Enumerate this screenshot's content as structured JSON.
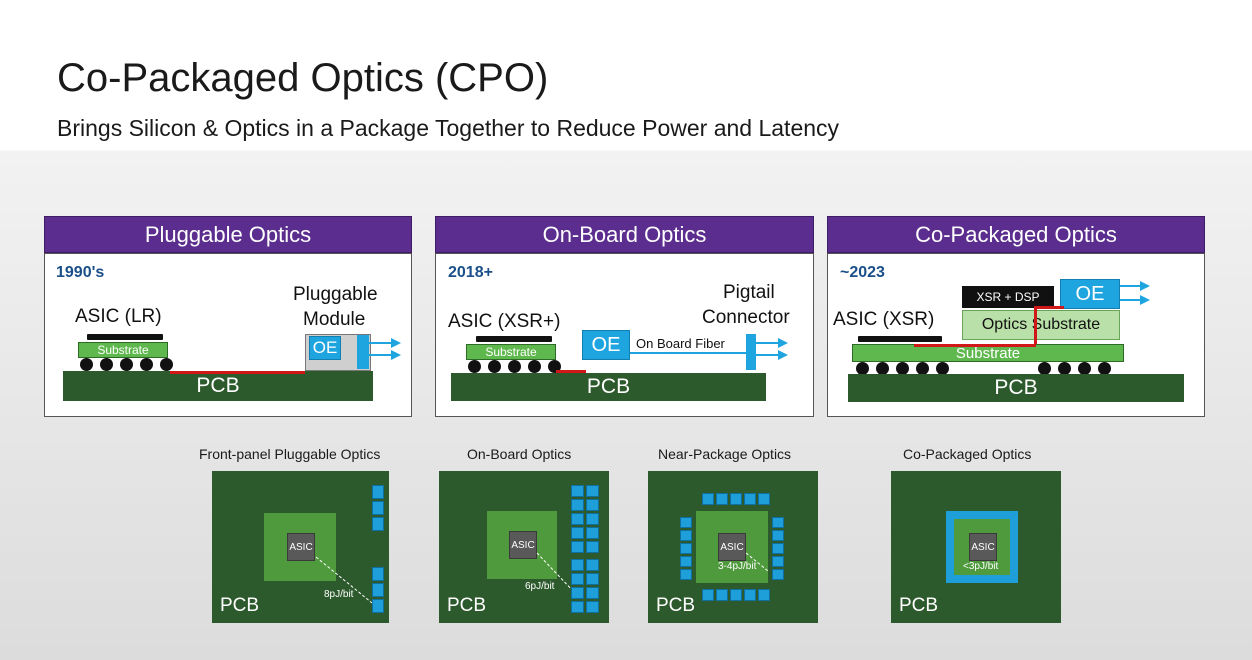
{
  "title": "Co-Packaged Optics (CPO)",
  "subtitle": "Brings Silicon & Optics in a Package Together to Reduce Power and Latency",
  "panels": [
    {
      "header": "Pluggable Optics",
      "year": "1990's",
      "asic_label": "ASIC (LR)",
      "module_label_1": "Pluggable",
      "module_label_2": "Module",
      "oe": "OE",
      "substrate": "Substrate",
      "pcb": "PCB"
    },
    {
      "header": "On-Board Optics",
      "year": "2018+",
      "asic_label": "ASIC (XSR+)",
      "connector_label_1": "Pigtail",
      "connector_label_2": "Connector",
      "oe": "OE",
      "fiber_label": "On Board Fiber",
      "substrate": "Substrate",
      "pcb": "PCB"
    },
    {
      "header": "Co-Packaged Optics",
      "year": "~2023",
      "asic_label": "ASIC (XSR)",
      "dsp_label": "XSR + DSP",
      "oe": "OE",
      "optics_substrate": "Optics Substrate",
      "substrate": "Substrate",
      "pcb": "PCB"
    }
  ],
  "boards": [
    {
      "caption": "Front-panel Pluggable Optics",
      "asic": "ASIC",
      "energy": "8pJ/bit",
      "pcb": "PCB"
    },
    {
      "caption": "On-Board Optics",
      "asic": "ASIC",
      "energy": "6pJ/bit",
      "pcb": "PCB"
    },
    {
      "caption": "Near-Package Optics",
      "asic": "ASIC",
      "energy": "3-4pJ/bit",
      "pcb": "PCB"
    },
    {
      "caption": "Co-Packaged Optics",
      "asic": "ASIC",
      "energy": "<3pJ/bit",
      "pcb": "PCB"
    }
  ],
  "colors": {
    "header_purple": "#5b2d8e",
    "pcb_green": "#2d5a2c",
    "substrate_green": "#5fb84e",
    "optics_blue": "#1ea4df",
    "trace_red": "#d01818"
  }
}
